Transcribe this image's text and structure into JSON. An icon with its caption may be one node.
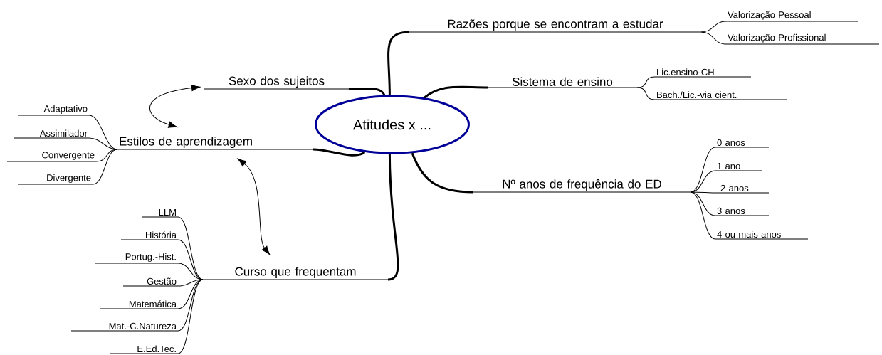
{
  "diagram": {
    "nodes": [
      {
        "text": [
          "Atitudes x ..."
        ]
      },
      {
        "text": [
          "Razões porque se encontram a estudar"
        ]
      },
      {
        "text": [
          "Valorização Pessoal"
        ]
      },
      {
        "text": [
          "Valorização Profissional"
        ]
      },
      {
        "text": [
          "Sistema de ensino"
        ]
      },
      {
        "text": [
          "Lic.ensino-CH"
        ]
      },
      {
        "text": [
          "Bach./Lic.-via cient."
        ]
      },
      {
        "text": [
          "Sexo dos sujeitos"
        ]
      },
      {
        "text": [
          "Estilos de aprendizagem"
        ]
      },
      {
        "text": [
          "Adaptativo"
        ]
      },
      {
        "text": [
          "Assimilador"
        ]
      },
      {
        "text": [
          "Convergente"
        ]
      },
      {
        "text": [
          "Divergente"
        ]
      },
      {
        "text": [
          "Nº anos de frequência do ED"
        ]
      },
      {
        "text": [
          "0 anos"
        ]
      },
      {
        "text": [
          "1 ano"
        ]
      },
      {
        "text": [
          "2 anos"
        ]
      },
      {
        "text": [
          "3 anos"
        ]
      },
      {
        "text": [
          "4 ou mais anos"
        ]
      },
      {
        "text": [
          "Curso que frequentam"
        ]
      },
      {
        "text": [
          "LLM"
        ]
      },
      {
        "text": [
          "História"
        ]
      },
      {
        "text": [
          "Portug.-Hist."
        ]
      },
      {
        "text": [
          "Gestão"
        ]
      },
      {
        "text": [
          "Matemática"
        ]
      },
      {
        "text": [
          "Mat.-C.Natureza"
        ]
      },
      {
        "text": [
          "E.Ed.Tec."
        ]
      }
    ],
    "edges": [
      {
        "from": 0,
        "to": 1,
        "arrow": "none",
        "style": "thick"
      },
      {
        "from": 1,
        "to": 2,
        "arrow": "none"
      },
      {
        "from": 1,
        "to": 3,
        "arrow": "none"
      },
      {
        "from": 0,
        "to": 4,
        "arrow": "none",
        "style": "thick"
      },
      {
        "from": 4,
        "to": 5,
        "arrow": "none"
      },
      {
        "from": 4,
        "to": 6,
        "arrow": "none"
      },
      {
        "from": 0,
        "to": 7,
        "arrow": "none",
        "style": "thick"
      },
      {
        "from": 0,
        "to": 8,
        "arrow": "none",
        "style": "thick"
      },
      {
        "from": 8,
        "to": 9,
        "arrow": "none"
      },
      {
        "from": 8,
        "to": 10,
        "arrow": "none"
      },
      {
        "from": 8,
        "to": 11,
        "arrow": "none"
      },
      {
        "from": 8,
        "to": 12,
        "arrow": "none"
      },
      {
        "from": 0,
        "to": 13,
        "arrow": "none",
        "style": "thick"
      },
      {
        "from": 13,
        "to": 14,
        "arrow": "none"
      },
      {
        "from": 13,
        "to": 15,
        "arrow": "none"
      },
      {
        "from": 13,
        "to": 16,
        "arrow": "none"
      },
      {
        "from": 13,
        "to": 17,
        "arrow": "none"
      },
      {
        "from": 13,
        "to": 18,
        "arrow": "none"
      },
      {
        "from": 0,
        "to": 19,
        "arrow": "none",
        "style": "thick"
      },
      {
        "from": 19,
        "to": 20,
        "arrow": "none"
      },
      {
        "from": 19,
        "to": 21,
        "arrow": "none"
      },
      {
        "from": 19,
        "to": 22,
        "arrow": "none"
      },
      {
        "from": 19,
        "to": 23,
        "arrow": "none"
      },
      {
        "from": 19,
        "to": 24,
        "arrow": "none"
      },
      {
        "from": 19,
        "to": 25,
        "arrow": "none"
      },
      {
        "from": 19,
        "to": 26,
        "arrow": "none"
      },
      {
        "from": 7,
        "to": 8,
        "arrow": "both"
      },
      {
        "from": 8,
        "to": 19,
        "arrow": "both"
      }
    ]
  }
}
